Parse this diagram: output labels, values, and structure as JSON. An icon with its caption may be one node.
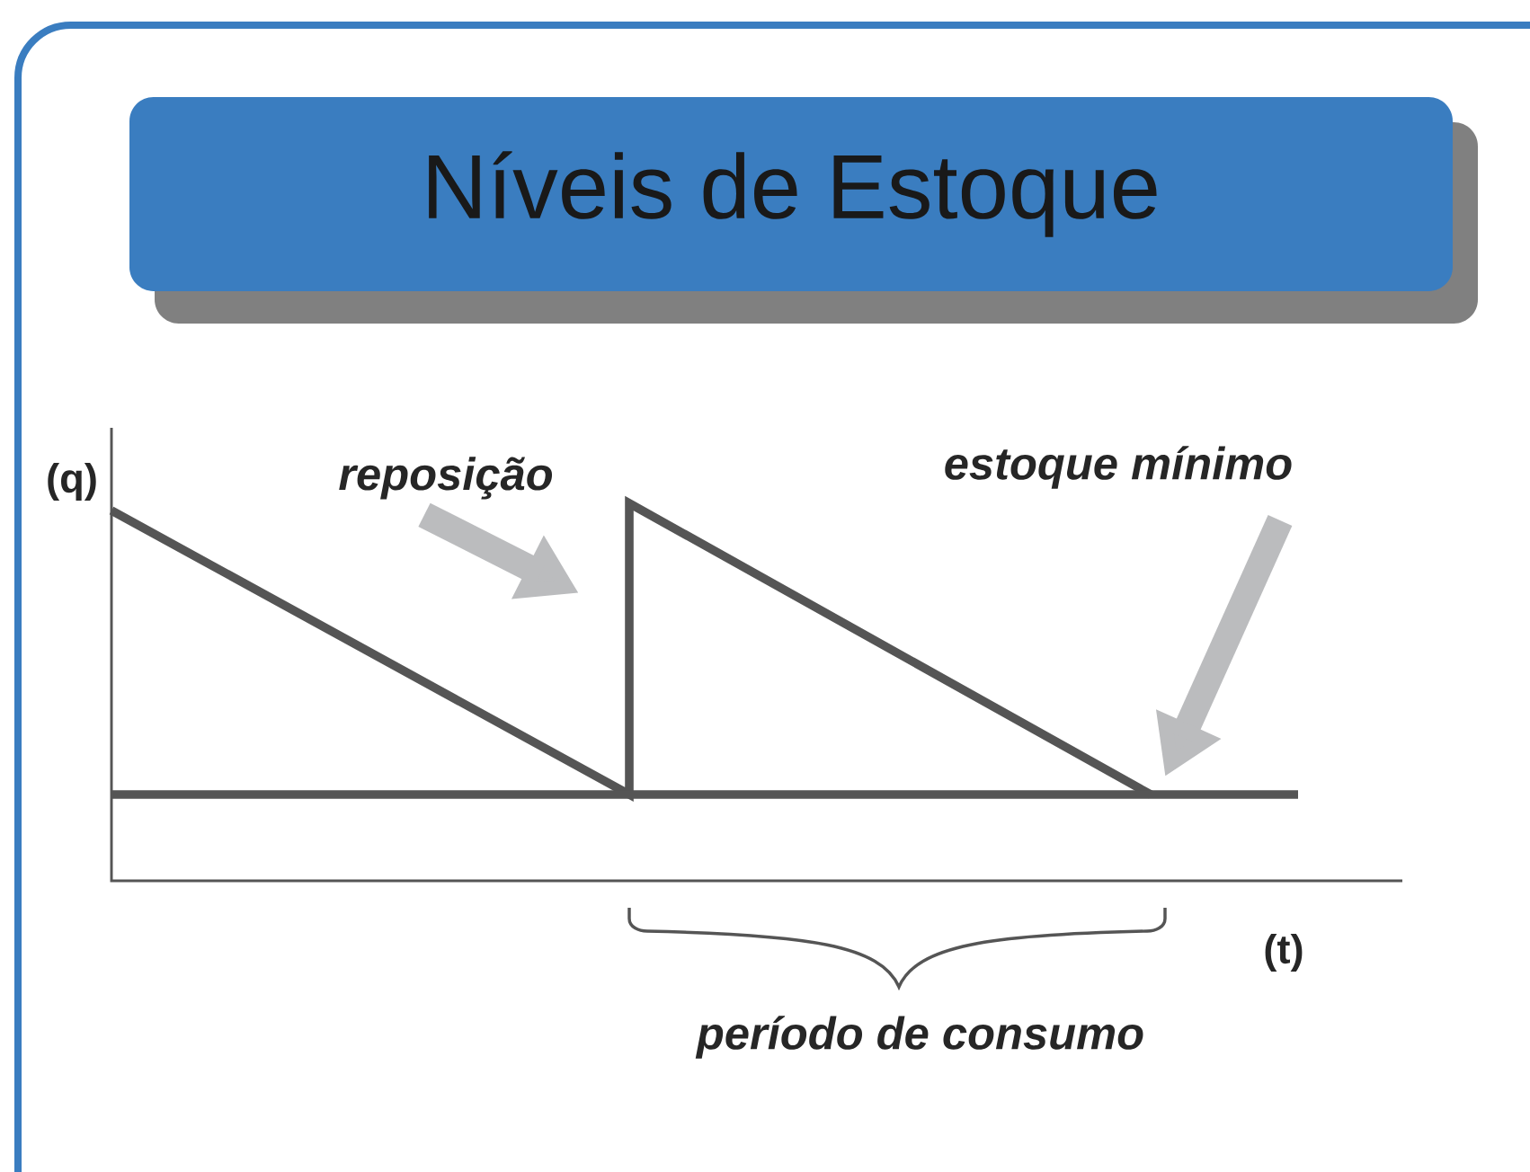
{
  "diagram": {
    "nodes": [
      {
        "text": [
          "Níveis de Estoque"
        ]
      },
      {
        "text": [
          "reposição"
        ]
      },
      {
        "text": [
          "estoque mínimo"
        ]
      }
    ],
    "edges": [
      {
        "from": 1,
        "to": null,
        "arrow": "to"
      },
      {
        "from": 2,
        "to": null,
        "arrow": "to"
      }
    ],
    "labels": [
      "(q)",
      "(t)",
      "período de consumo"
    ]
  }
}
